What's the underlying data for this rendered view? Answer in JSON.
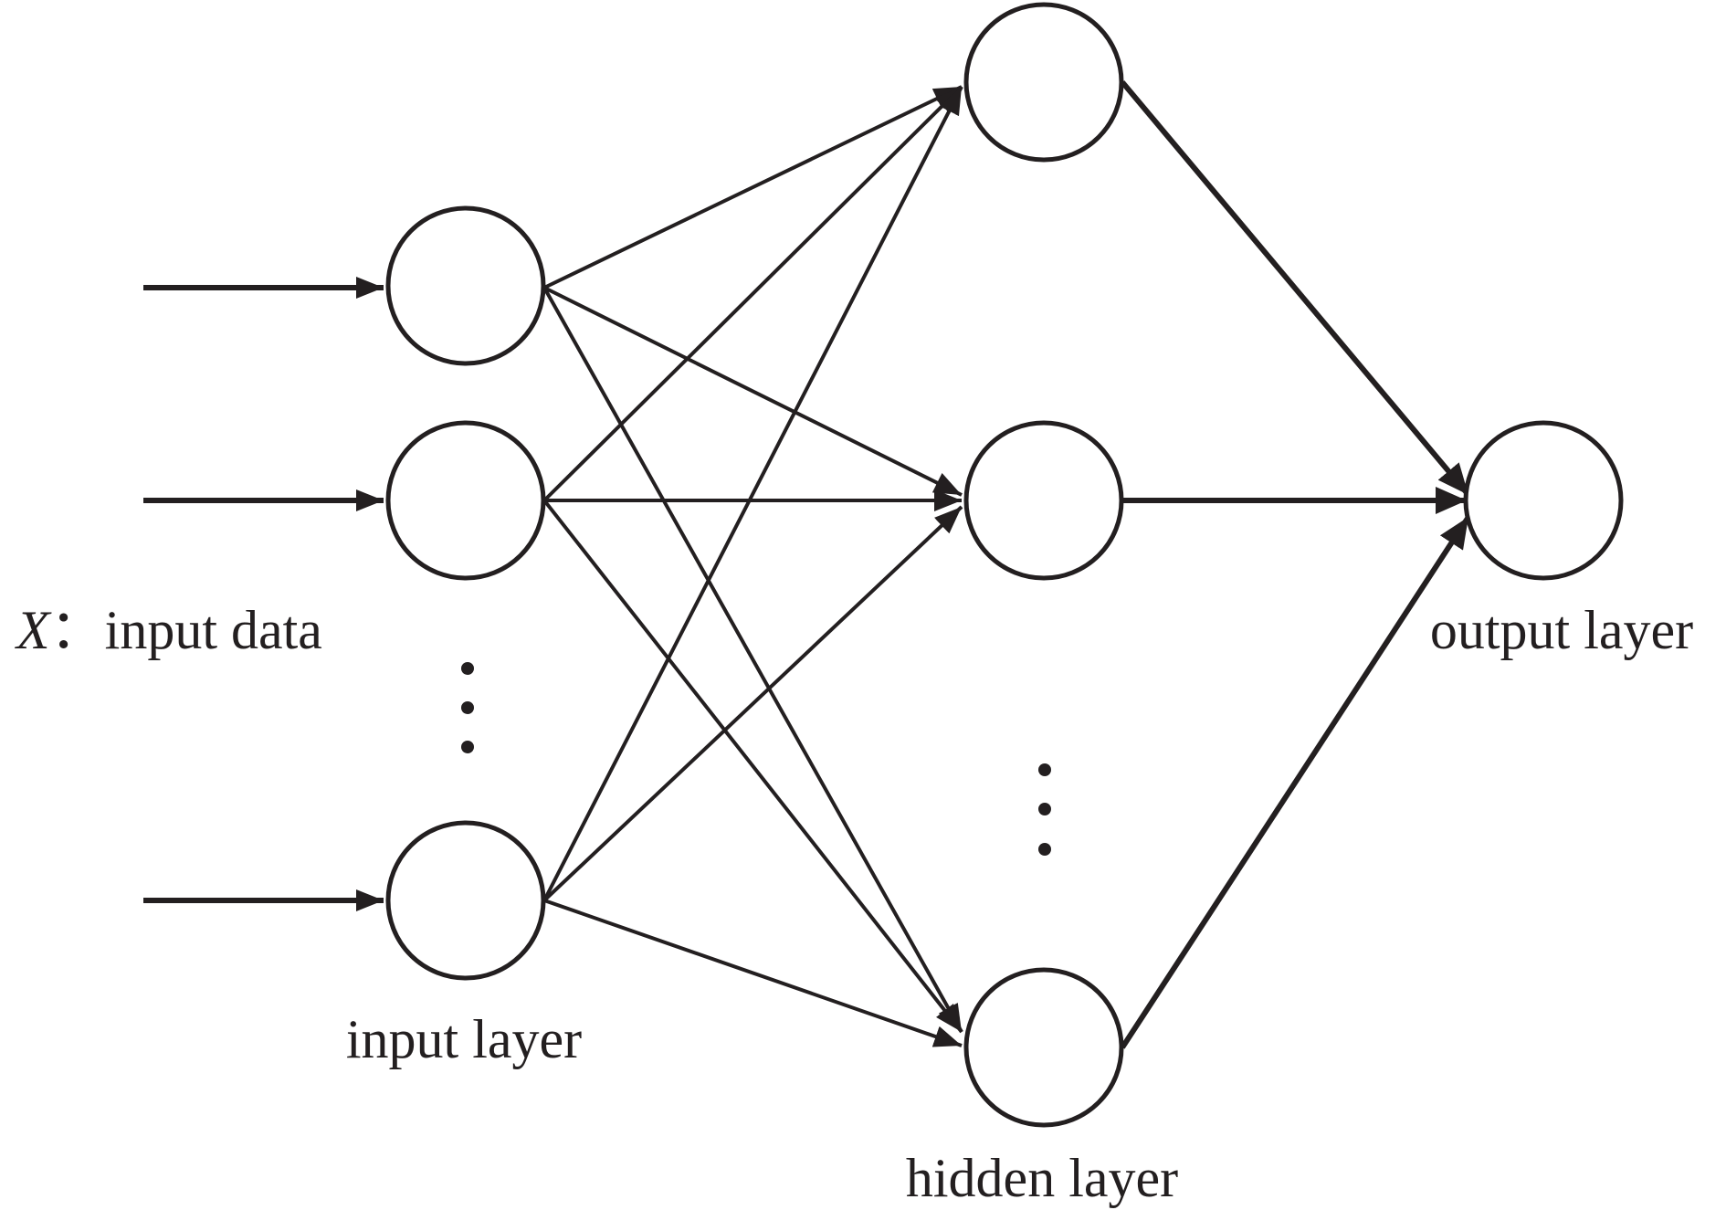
{
  "labels": {
    "x_var": "X",
    "x_sep": "：",
    "input_data": "input data",
    "input_layer": "input layer",
    "hidden_layer": "hidden layer",
    "output_layer": "output layer"
  },
  "colors": {
    "ink": "#231f20",
    "background": "#ffffff"
  },
  "layers": {
    "input": {
      "shown_nodes": 3,
      "ellipsis": true
    },
    "hidden": {
      "shown_nodes": 3,
      "ellipsis": true
    },
    "output": {
      "shown_nodes": 1,
      "ellipsis": false
    }
  },
  "connections": "fully-connected"
}
